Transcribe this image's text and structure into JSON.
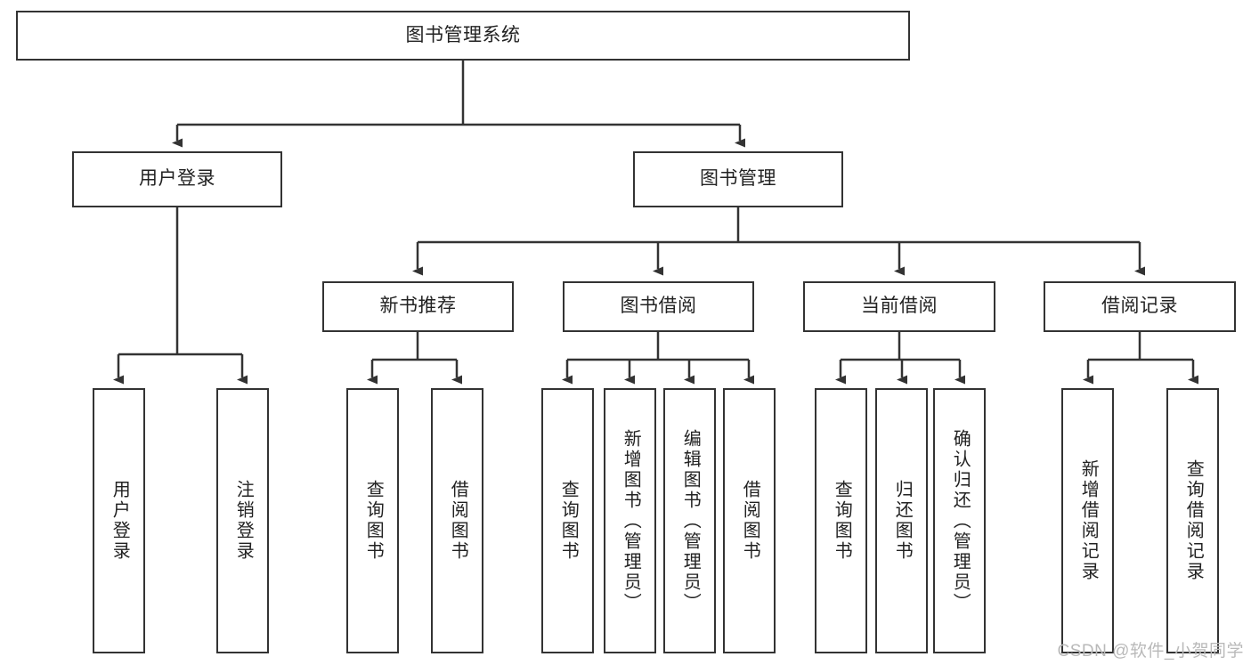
{
  "diagram": {
    "type": "tree",
    "title": "图书管理系统",
    "watermark": "CSDN @软件_小贺同学",
    "colors": {
      "box_border": "#333333",
      "box_fill": "#ffffff",
      "connector": "#333333",
      "text": "#222222",
      "watermark": "#b9b9b9"
    },
    "nodes": {
      "root": {
        "label": "图书管理系统"
      },
      "level2": [
        {
          "id": "user-login",
          "label": "用户登录"
        },
        {
          "id": "book-management",
          "label": "图书管理"
        }
      ],
      "level3": [
        {
          "id": "new-book-recommend",
          "label": "新书推荐"
        },
        {
          "id": "book-borrow",
          "label": "图书借阅"
        },
        {
          "id": "current-borrow",
          "label": "当前借阅"
        },
        {
          "id": "borrow-record",
          "label": "借阅记录"
        }
      ],
      "leaves": [
        {
          "id": "leaf-user-login",
          "label": "用户登录",
          "parent": "user-login"
        },
        {
          "id": "leaf-logout",
          "label": "注销登录",
          "parent": "user-login"
        },
        {
          "id": "leaf-query-book-1",
          "label": "查询图书",
          "parent": "new-book-recommend"
        },
        {
          "id": "leaf-borrow-book-1",
          "label": "借阅图书",
          "parent": "new-book-recommend"
        },
        {
          "id": "leaf-query-book-2",
          "label": "查询图书",
          "parent": "book-borrow"
        },
        {
          "id": "leaf-add-book",
          "label": "新增图书（管理员）",
          "parent": "book-borrow"
        },
        {
          "id": "leaf-edit-book",
          "label": "编辑图书（管理员）",
          "parent": "book-borrow"
        },
        {
          "id": "leaf-borrow-book-2",
          "label": "借阅图书",
          "parent": "book-borrow"
        },
        {
          "id": "leaf-query-book-3",
          "label": "查询图书",
          "parent": "current-borrow"
        },
        {
          "id": "leaf-return-book",
          "label": "归还图书",
          "parent": "current-borrow"
        },
        {
          "id": "leaf-confirm-return",
          "label": "确认归还（管理员）",
          "parent": "current-borrow"
        },
        {
          "id": "leaf-add-record",
          "label": "新增借阅记录",
          "parent": "borrow-record"
        },
        {
          "id": "leaf-query-record",
          "label": "查询借阅记录",
          "parent": "borrow-record"
        }
      ]
    }
  }
}
